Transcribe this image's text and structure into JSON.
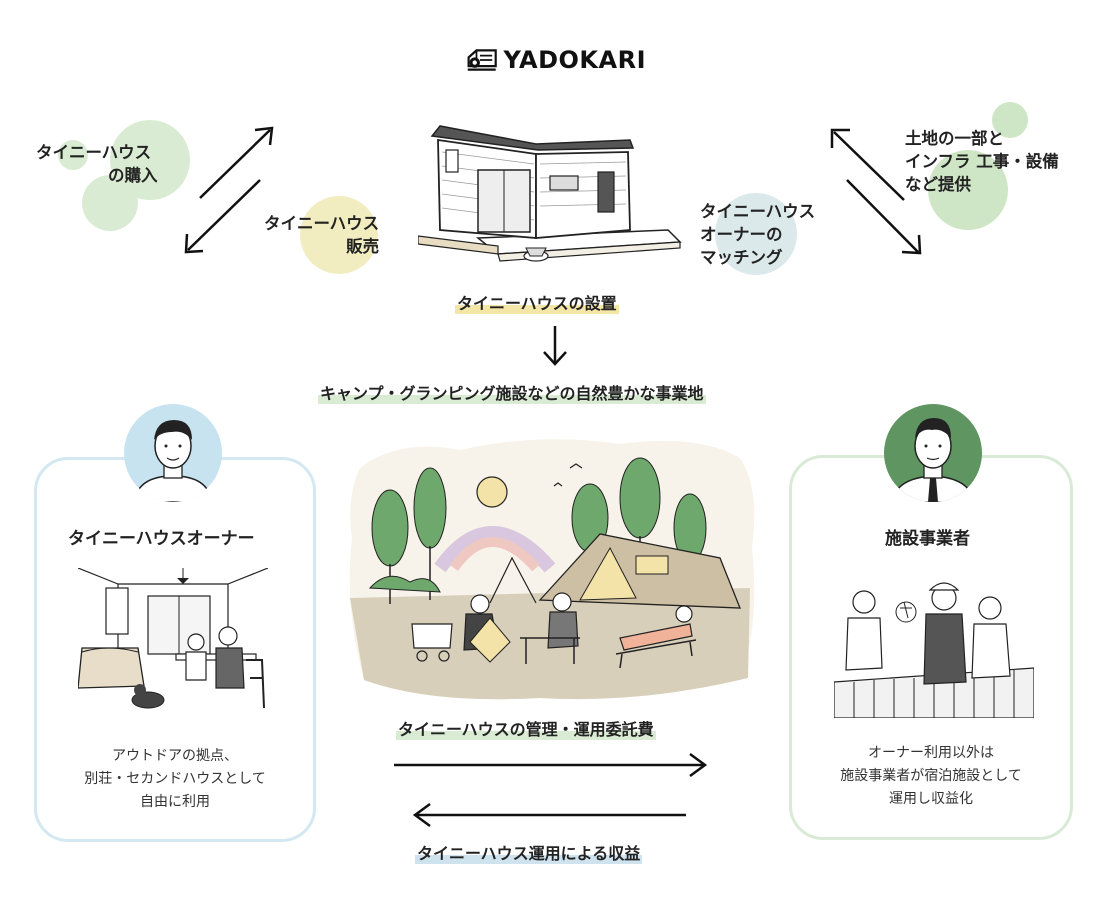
{
  "logo": {
    "text": "YADOKARI"
  },
  "left_top": {
    "line1": "タイニーハウス",
    "line2": "の購入"
  },
  "sale": {
    "line1": "タイニーハウス",
    "line2": "販売"
  },
  "matching": {
    "line1": "タイニーハウス",
    "line2": "オーナーの",
    "line3": "マッチング"
  },
  "right_top": {
    "line1": "土地の一部と",
    "line2": "インフラ 工事・設備",
    "line3": "など提供"
  },
  "installation": "タイニーハウスの設置",
  "business_site": "キャンプ・グランピング施設などの自然豊かな事業地",
  "owner_card": {
    "title": "タイニーハウスオーナー",
    "desc": [
      "アウトドアの拠点、",
      "別荘・セカンドハウスとして",
      "自由に利用"
    ]
  },
  "operator_card": {
    "title": "施設事業者",
    "desc": [
      "オーナー利用以外は",
      "施設事業者が宿泊施設として",
      "運用し収益化"
    ]
  },
  "flow_fee": "タイニーハウスの管理・運用委託費",
  "flow_revenue": "タイニーハウス運用による収益",
  "colors": {
    "green_blob": "#d9ecd3",
    "yellow_blob": "#f1edc0",
    "blue_blob": "#dbe9ea",
    "card_left_border": "#d4e8f2",
    "card_right_border": "#d9ead6",
    "highlight_yellow": "#f3e6a7",
    "highlight_green": "#d9ecd3",
    "highlight_blue": "#cfe3ee"
  }
}
